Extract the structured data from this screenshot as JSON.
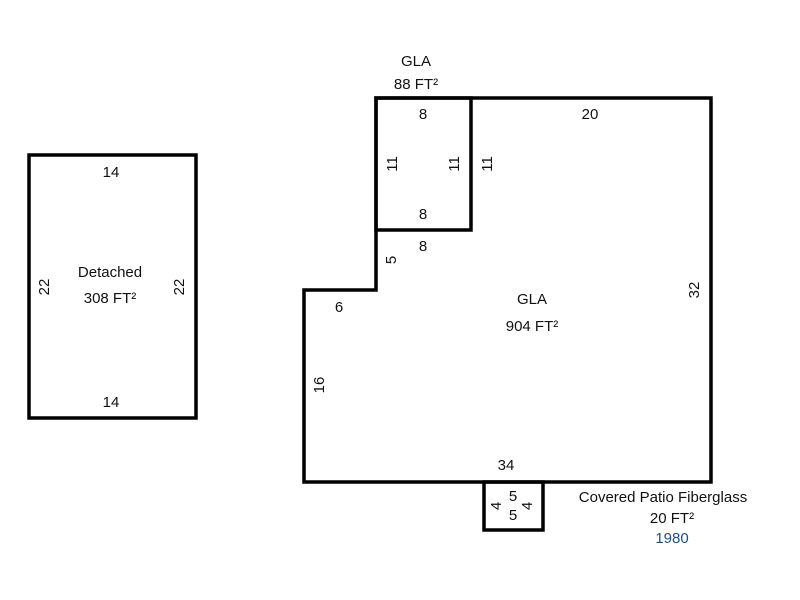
{
  "detached": {
    "name": "Detached",
    "area": "308 FT²",
    "top": "14",
    "bottom": "14",
    "left": "22",
    "right": "22"
  },
  "gla_small": {
    "name": "GLA",
    "area": "88 FT²",
    "top": "8",
    "bottom": "8",
    "left": "11",
    "right": "11"
  },
  "gla_main": {
    "name": "GLA",
    "area": "904 FT²",
    "top": "20",
    "right": "32",
    "bottom": "34",
    "left": "16",
    "step_top": "8",
    "step_left": "5",
    "step_bottom": "6",
    "outer_left_of_step": "11"
  },
  "patio": {
    "name": "Covered Patio Fiberglass",
    "area": "20 FT²",
    "year": "1980",
    "top": "5",
    "bottom": "5",
    "left": "4",
    "right": "4"
  },
  "colors": {
    "wall": "#000000",
    "year": "#1f4f8f"
  }
}
